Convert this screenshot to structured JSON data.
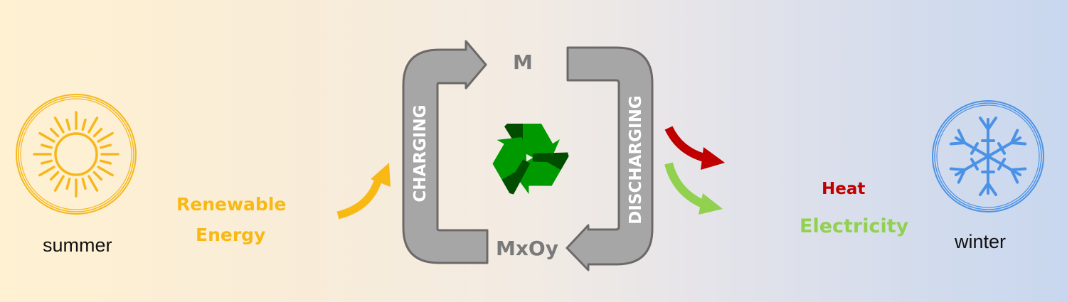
{
  "left": {
    "season_label": "summer",
    "icon": "sun-icon",
    "source_label_line1": "Renewable",
    "source_label_line2": "Energy"
  },
  "cycle": {
    "top_species": "M",
    "bottom_species": "MxOy",
    "left_process": "CHARGING",
    "right_process": "DISCHARGING",
    "center_icon": "recycle-icon"
  },
  "right": {
    "season_label": "winter",
    "icon": "snowflake-icon",
    "output_1": "Heat",
    "output_2": "Electricity"
  },
  "colors": {
    "sun": "#f6b71a",
    "snow": "#4b92e6",
    "renewable": "#f8b915",
    "heat": "#c00000",
    "electricity": "#92d050",
    "cycle_fill": "#a6a6a6",
    "cycle_stroke": "#6d6969",
    "recycle_dark": "#004d00",
    "recycle_light": "#009a00"
  }
}
